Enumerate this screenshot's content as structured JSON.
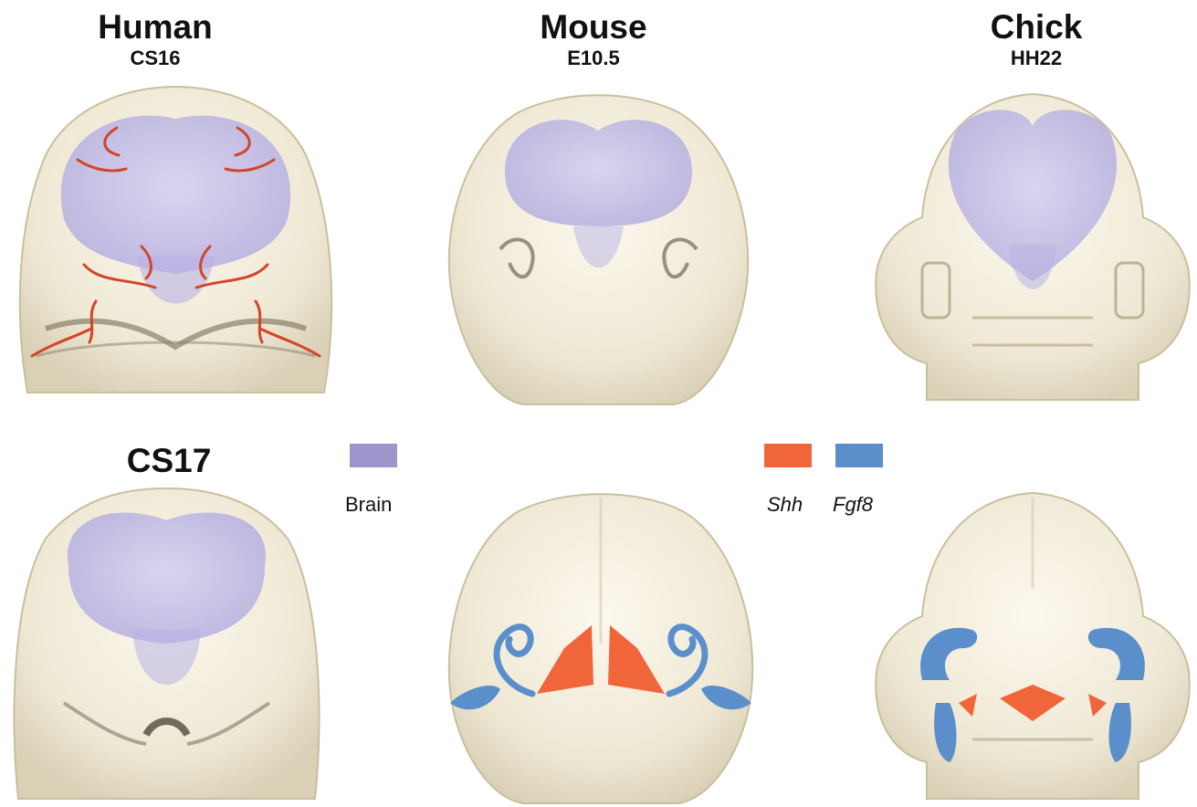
{
  "labels": {
    "human": "Human",
    "human_stage_top": "CS16",
    "human_stage_bottom": "CS17",
    "mouse": "Mouse",
    "mouse_stage": "E10.5",
    "chick": "Chick",
    "chick_stage": "HH22"
  },
  "legend": {
    "brain": {
      "label": "Brain",
      "color": "#9f95cc"
    },
    "shh": {
      "label": "Shh",
      "color": "#f0663a"
    },
    "fgf8": {
      "label": "Fgf8",
      "color": "#5b8fcb"
    }
  },
  "colors": {
    "tissue": "#f4efe1",
    "tissue_shadow": "#cfc7ae",
    "brain_overlay": "#b8b2e4"
  }
}
